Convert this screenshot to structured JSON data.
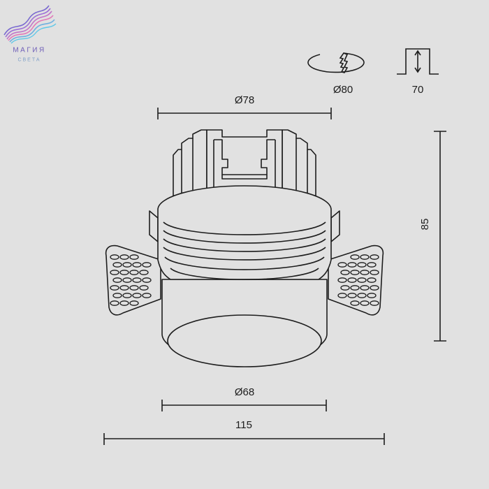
{
  "brand": {
    "name": "МАГИЯ",
    "tagline": "СВЕТА"
  },
  "specs": {
    "cutout_diameter": "Ø80",
    "cutout_icon": "round-cutout-icon",
    "install_depth": "70",
    "depth_icon": "recess-depth-icon"
  },
  "dimensions": {
    "top_diameter": "Ø78",
    "bottom_diameter": "Ø68",
    "overall_width": "115",
    "height": "85"
  },
  "colors": {
    "background": "#e1e1e1",
    "line": "#1d1d1d",
    "logo_purple": "#6f5fb8",
    "logo_blue": "#7fa0c8"
  }
}
